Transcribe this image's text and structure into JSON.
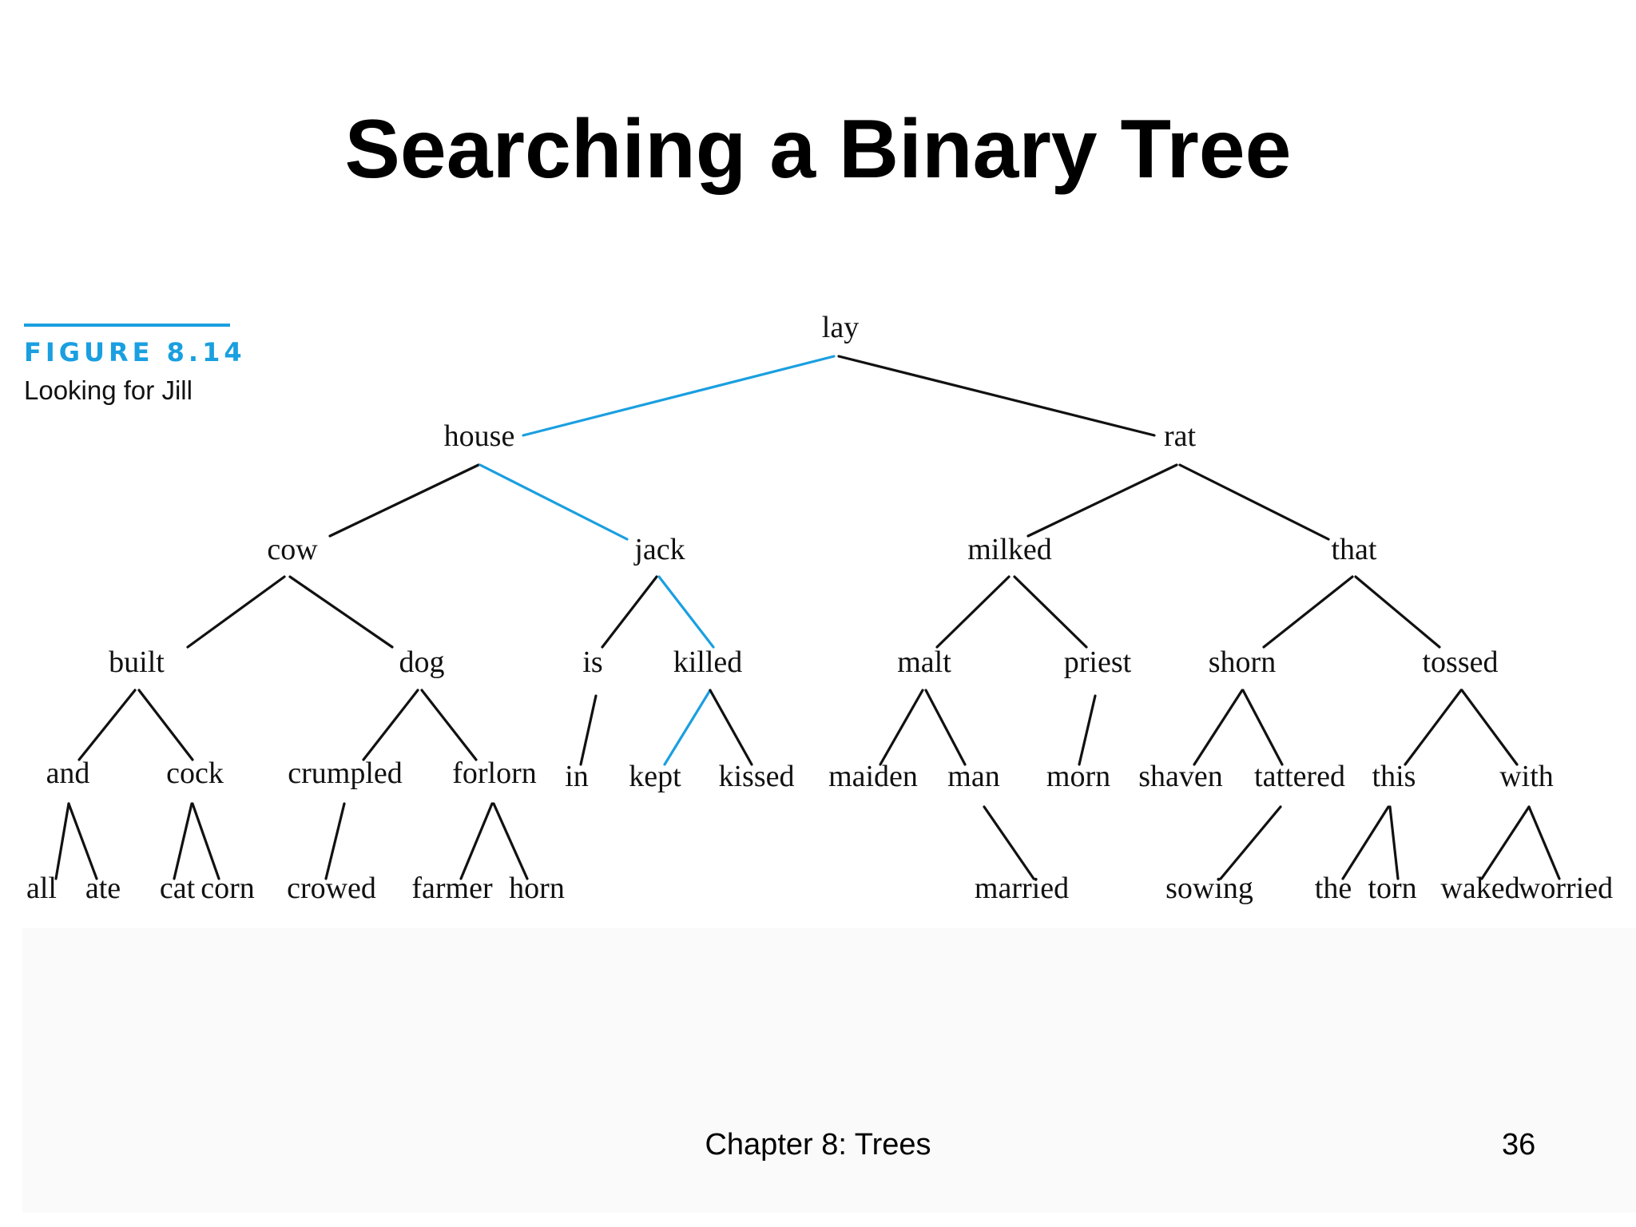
{
  "slide": {
    "title": "Searching a Binary Tree",
    "figure_label": "FIGURE 8.14",
    "figure_caption": "Looking for Jill",
    "footer": "Chapter 8: Trees",
    "page_number": "36"
  },
  "colors": {
    "highlight": "#1a9fe0",
    "edge": "#111111"
  },
  "tree": {
    "nodes": [
      {
        "id": "lay",
        "label": "lay"
      },
      {
        "id": "house",
        "label": "house"
      },
      {
        "id": "rat",
        "label": "rat"
      },
      {
        "id": "cow",
        "label": "cow"
      },
      {
        "id": "jack",
        "label": "jack"
      },
      {
        "id": "milked",
        "label": "milked"
      },
      {
        "id": "that",
        "label": "that"
      },
      {
        "id": "built",
        "label": "built"
      },
      {
        "id": "dog",
        "label": "dog"
      },
      {
        "id": "is",
        "label": "is"
      },
      {
        "id": "killed",
        "label": "killed"
      },
      {
        "id": "malt",
        "label": "malt"
      },
      {
        "id": "priest",
        "label": "priest"
      },
      {
        "id": "shorn",
        "label": "shorn"
      },
      {
        "id": "tossed",
        "label": "tossed"
      },
      {
        "id": "and",
        "label": "and"
      },
      {
        "id": "cock",
        "label": "cock"
      },
      {
        "id": "crumpled",
        "label": "crumpled"
      },
      {
        "id": "forlorn",
        "label": "forlorn"
      },
      {
        "id": "in",
        "label": "in"
      },
      {
        "id": "kept",
        "label": "kept"
      },
      {
        "id": "kissed",
        "label": "kissed"
      },
      {
        "id": "maiden",
        "label": "maiden"
      },
      {
        "id": "man",
        "label": "man"
      },
      {
        "id": "morn",
        "label": "morn"
      },
      {
        "id": "shaven",
        "label": "shaven"
      },
      {
        "id": "tattered",
        "label": "tattered"
      },
      {
        "id": "this",
        "label": "this"
      },
      {
        "id": "with",
        "label": "with"
      },
      {
        "id": "all",
        "label": "all"
      },
      {
        "id": "ate",
        "label": "ate"
      },
      {
        "id": "cat",
        "label": "cat"
      },
      {
        "id": "corn",
        "label": "corn"
      },
      {
        "id": "crowed",
        "label": "crowed"
      },
      {
        "id": "farmer",
        "label": "farmer"
      },
      {
        "id": "horn",
        "label": "horn"
      },
      {
        "id": "married",
        "label": "married"
      },
      {
        "id": "sowing",
        "label": "sowing"
      },
      {
        "id": "the",
        "label": "the"
      },
      {
        "id": "torn",
        "label": "torn"
      },
      {
        "id": "waked",
        "label": "waked"
      },
      {
        "id": "worried",
        "label": "worried"
      }
    ],
    "edges": [
      {
        "from": "lay",
        "to": "house",
        "highlight": true
      },
      {
        "from": "lay",
        "to": "rat",
        "highlight": false
      },
      {
        "from": "house",
        "to": "cow",
        "highlight": false
      },
      {
        "from": "house",
        "to": "jack",
        "highlight": true
      },
      {
        "from": "rat",
        "to": "milked",
        "highlight": false
      },
      {
        "from": "rat",
        "to": "that",
        "highlight": false
      },
      {
        "from": "cow",
        "to": "built",
        "highlight": false
      },
      {
        "from": "cow",
        "to": "dog",
        "highlight": false
      },
      {
        "from": "jack",
        "to": "is",
        "highlight": false
      },
      {
        "from": "jack",
        "to": "killed",
        "highlight": true
      },
      {
        "from": "milked",
        "to": "malt",
        "highlight": false
      },
      {
        "from": "milked",
        "to": "priest",
        "highlight": false
      },
      {
        "from": "that",
        "to": "shorn",
        "highlight": false
      },
      {
        "from": "that",
        "to": "tossed",
        "highlight": false
      },
      {
        "from": "built",
        "to": "and",
        "highlight": false
      },
      {
        "from": "built",
        "to": "cock",
        "highlight": false
      },
      {
        "from": "dog",
        "to": "crumpled",
        "highlight": false
      },
      {
        "from": "dog",
        "to": "forlorn",
        "highlight": false
      },
      {
        "from": "is",
        "to": "in",
        "highlight": false
      },
      {
        "from": "killed",
        "to": "kept",
        "highlight": true
      },
      {
        "from": "killed",
        "to": "kissed",
        "highlight": false
      },
      {
        "from": "malt",
        "to": "maiden",
        "highlight": false
      },
      {
        "from": "malt",
        "to": "man",
        "highlight": false
      },
      {
        "from": "priest",
        "to": "morn",
        "highlight": false
      },
      {
        "from": "shorn",
        "to": "shaven",
        "highlight": false
      },
      {
        "from": "shorn",
        "to": "tattered",
        "highlight": false
      },
      {
        "from": "tossed",
        "to": "this",
        "highlight": false
      },
      {
        "from": "tossed",
        "to": "with",
        "highlight": false
      },
      {
        "from": "and",
        "to": "all",
        "highlight": false
      },
      {
        "from": "and",
        "to": "ate",
        "highlight": false
      },
      {
        "from": "cock",
        "to": "cat",
        "highlight": false
      },
      {
        "from": "cock",
        "to": "corn",
        "highlight": false
      },
      {
        "from": "crumpled",
        "to": "crowed",
        "highlight": false
      },
      {
        "from": "forlorn",
        "to": "farmer",
        "highlight": false
      },
      {
        "from": "forlorn",
        "to": "horn",
        "highlight": false
      },
      {
        "from": "man",
        "to": "married",
        "highlight": false
      },
      {
        "from": "tattered",
        "to": "sowing",
        "highlight": false
      },
      {
        "from": "this",
        "to": "the",
        "highlight": false
      },
      {
        "from": "this",
        "to": "torn",
        "highlight": false
      },
      {
        "from": "with",
        "to": "waked",
        "highlight": false
      },
      {
        "from": "with",
        "to": "worried",
        "highlight": false
      }
    ]
  }
}
